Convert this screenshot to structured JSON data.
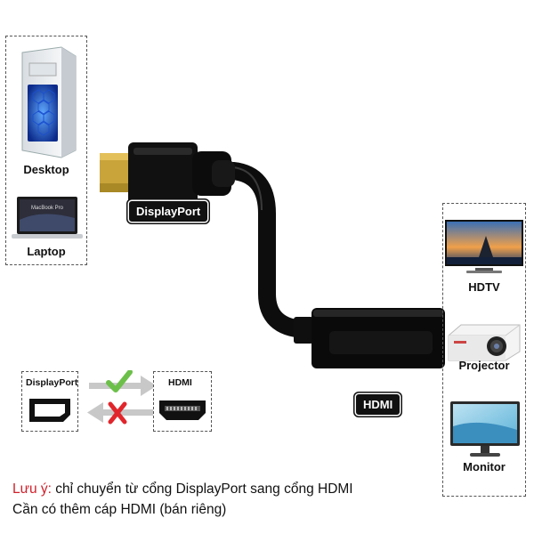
{
  "devices_source": {
    "desktop_label": "Desktop",
    "laptop_label": "Laptop",
    "laptop_screen_text": "MacBook Pro"
  },
  "devices_target": {
    "hdtv_label": "HDTV",
    "projector_label": "Projector",
    "monitor_label": "Monitor"
  },
  "connectors": {
    "displayport_label": "DisplayPort",
    "hdmi_label": "HDMI"
  },
  "legend": {
    "displayport_label": "DisplayPort",
    "hdmi_label": "HDMI"
  },
  "note": {
    "prefix": "Lưu ý:",
    "line1": " chỉ chuyển từ cổng DisplayPort sang cổng HDMI",
    "line2": "Cần có thêm cáp HDMI (bán riêng)"
  },
  "colors": {
    "accent_green": "#6cc04a",
    "accent_red": "#e0262c",
    "note_red": "#d0202a",
    "connector_gold": "#c9a43a"
  }
}
